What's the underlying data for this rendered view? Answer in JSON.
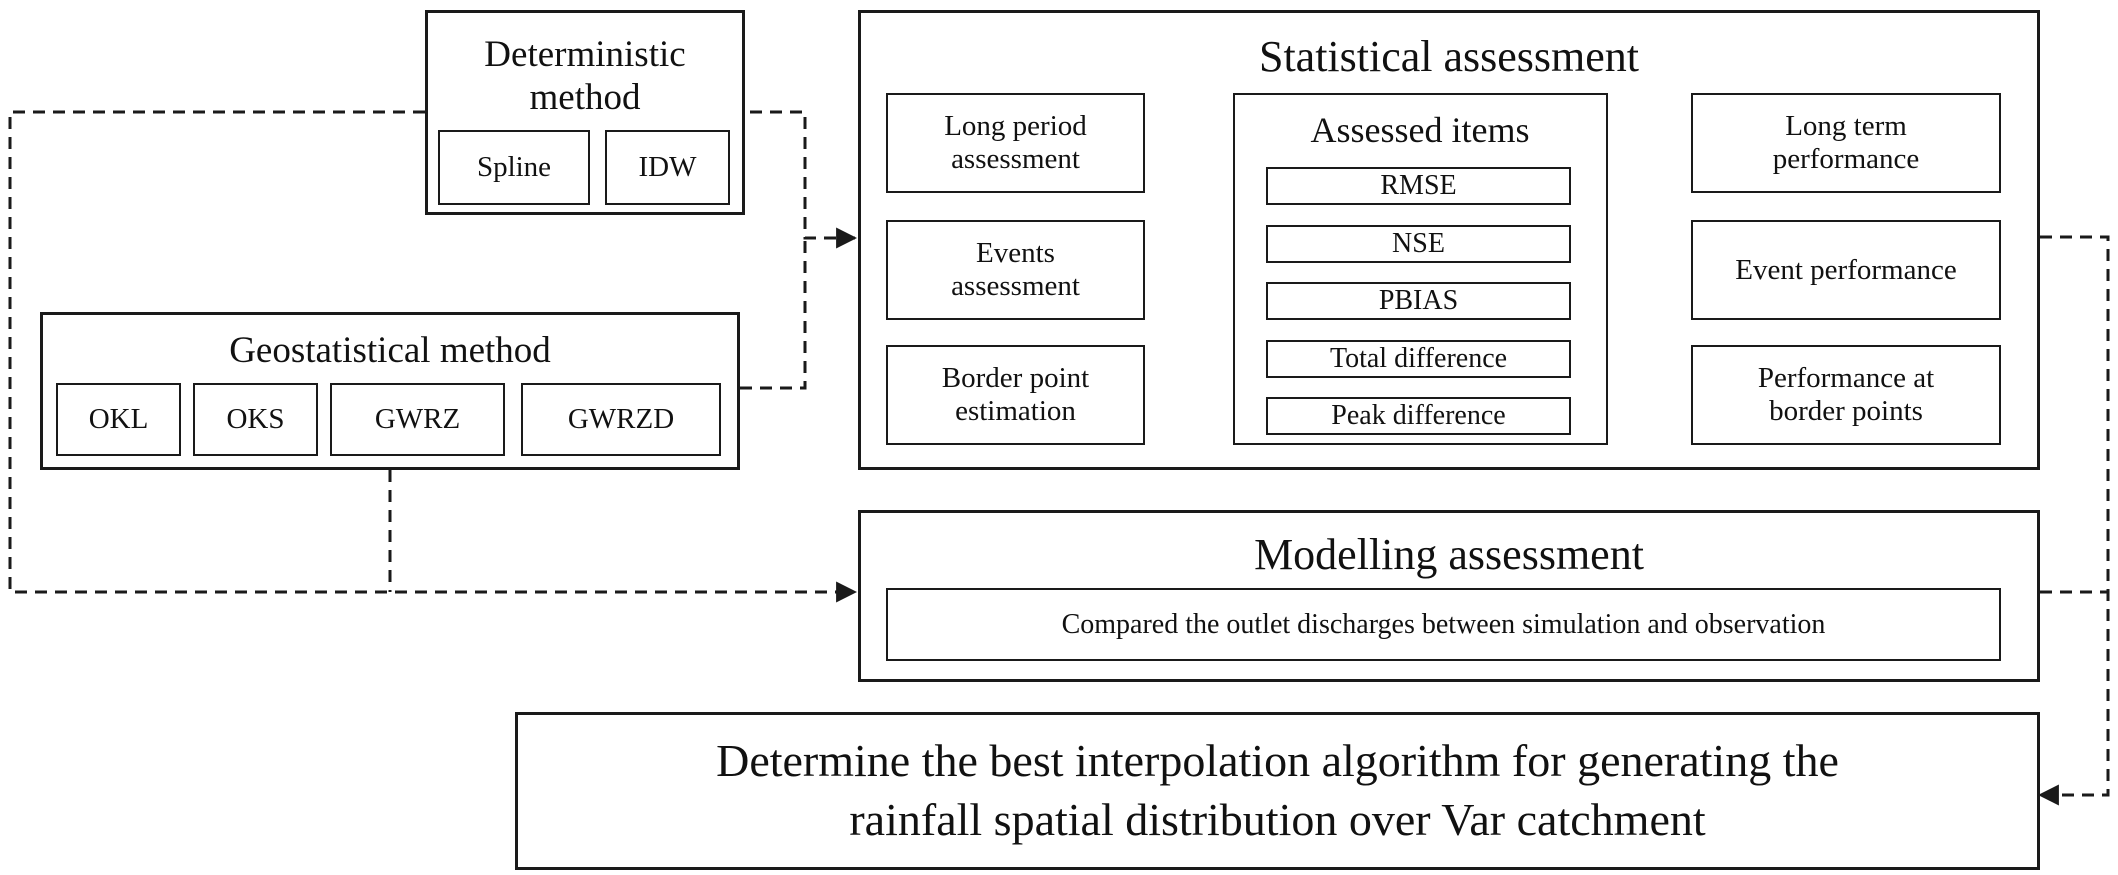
{
  "deterministic": {
    "title_line1": "Deterministic",
    "title_line2": "method",
    "items": [
      "Spline",
      "IDW"
    ]
  },
  "geostatistical": {
    "title": "Geostatistical method",
    "items": [
      "OKL",
      "OKS",
      "GWRZ",
      "GWRZD"
    ]
  },
  "statistical": {
    "title": "Statistical assessment",
    "inputs": [
      {
        "line1": "Long period",
        "line2": "assessment"
      },
      {
        "line1": "Events",
        "line2": "assessment"
      },
      {
        "line1": "Border point",
        "line2": "estimation"
      }
    ],
    "assessed": {
      "title": "Assessed items",
      "items": [
        "RMSE",
        "NSE",
        "PBIAS",
        "Total difference",
        "Peak difference"
      ]
    },
    "outputs": [
      {
        "line1": "Long term",
        "line2": "performance"
      },
      {
        "line1": "Event performance",
        "line2": ""
      },
      {
        "line1": "Performance at",
        "line2": "border points"
      }
    ]
  },
  "modelling": {
    "title": "Modelling assessment",
    "description": "Compared the outlet discharges between simulation and observation"
  },
  "result": {
    "line1": "Determine the best interpolation algorithm for generating the",
    "line2": "rainfall spatial distribution over Var catchment"
  }
}
